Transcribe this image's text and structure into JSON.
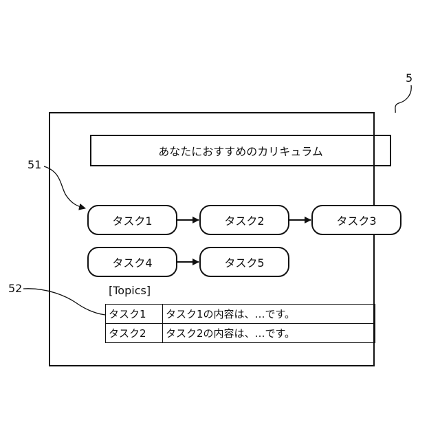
{
  "refs": {
    "screen": "5",
    "flow": "51",
    "table": "52"
  },
  "header": {
    "title": "あなたにおすすめのカリキュラム"
  },
  "tasks": [
    "タスク1",
    "タスク2",
    "タスク3",
    "タスク4",
    "タスク5"
  ],
  "topics": {
    "label": "[Topics]",
    "rows": [
      [
        "タスク1",
        "タスク1の内容は、…です。"
      ],
      [
        "タスク2",
        "タスク2の内容は、…です。"
      ]
    ]
  }
}
